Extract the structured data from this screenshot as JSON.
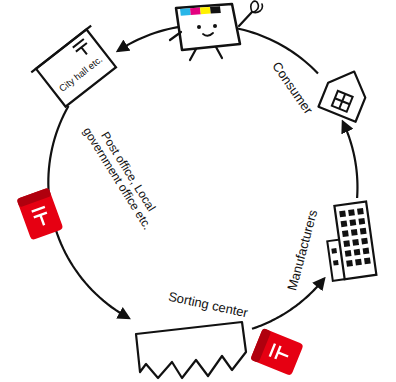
{
  "diagram": {
    "nodes": [
      {
        "text": [
          "City hall etc.",
          "Post office, Local government office etc."
        ]
      },
      {
        "text": [
          "Consumer"
        ]
      },
      {
        "text": [
          "Manufacturers"
        ]
      },
      {
        "text": [
          "Sorting center"
        ]
      }
    ],
    "edges": [
      {
        "from": 1,
        "to": 0,
        "arrow": "to"
      },
      {
        "from": 0,
        "to": 3,
        "arrow": "to"
      },
      {
        "from": 3,
        "to": 2,
        "arrow": "to"
      },
      {
        "from": 2,
        "to": 1,
        "arrow": "to"
      }
    ]
  }
}
